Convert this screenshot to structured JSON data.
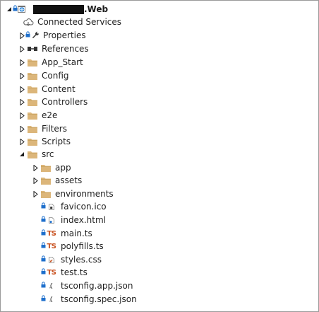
{
  "tree": {
    "project": {
      "suffix": ".Web",
      "redacted": true
    },
    "rows": [
      {
        "label": "Connected Services",
        "icon": "cloud-icon"
      },
      {
        "label": "Properties",
        "icon": "wrench-icon"
      },
      {
        "label": "References",
        "icon": "references-icon"
      },
      {
        "label": "App_Start",
        "icon": "folder-icon"
      },
      {
        "label": "Config",
        "icon": "folder-icon"
      },
      {
        "label": "Content",
        "icon": "folder-icon"
      },
      {
        "label": "Controllers",
        "icon": "folder-icon"
      },
      {
        "label": "e2e",
        "icon": "folder-icon"
      },
      {
        "label": "Filters",
        "icon": "folder-icon"
      },
      {
        "label": "Scripts",
        "icon": "folder-icon"
      },
      {
        "label": "src",
        "icon": "folder-icon"
      },
      {
        "label": "app",
        "icon": "folder-icon"
      },
      {
        "label": "assets",
        "icon": "folder-icon"
      },
      {
        "label": "environments",
        "icon": "folder-icon"
      },
      {
        "label": "favicon.ico",
        "icon": "image-file-icon"
      },
      {
        "label": "index.html",
        "icon": "html-file-icon"
      },
      {
        "label": "main.ts",
        "icon": "typescript-file-icon",
        "badge": "TS"
      },
      {
        "label": "polyfills.ts",
        "icon": "typescript-file-icon",
        "badge": "TS"
      },
      {
        "label": "styles.css",
        "icon": "css-file-icon"
      },
      {
        "label": "test.ts",
        "icon": "typescript-file-icon",
        "badge": "TS"
      },
      {
        "label": "tsconfig.app.json",
        "icon": "json-file-icon"
      },
      {
        "label": "tsconfig.spec.json",
        "icon": "json-file-icon"
      }
    ]
  },
  "colors": {
    "folder": "#dcb67a",
    "folder_dark": "#c9a35f",
    "lock": "#1e6fcc",
    "ts": "#c8501e",
    "arrow": "#1e1e1e"
  }
}
